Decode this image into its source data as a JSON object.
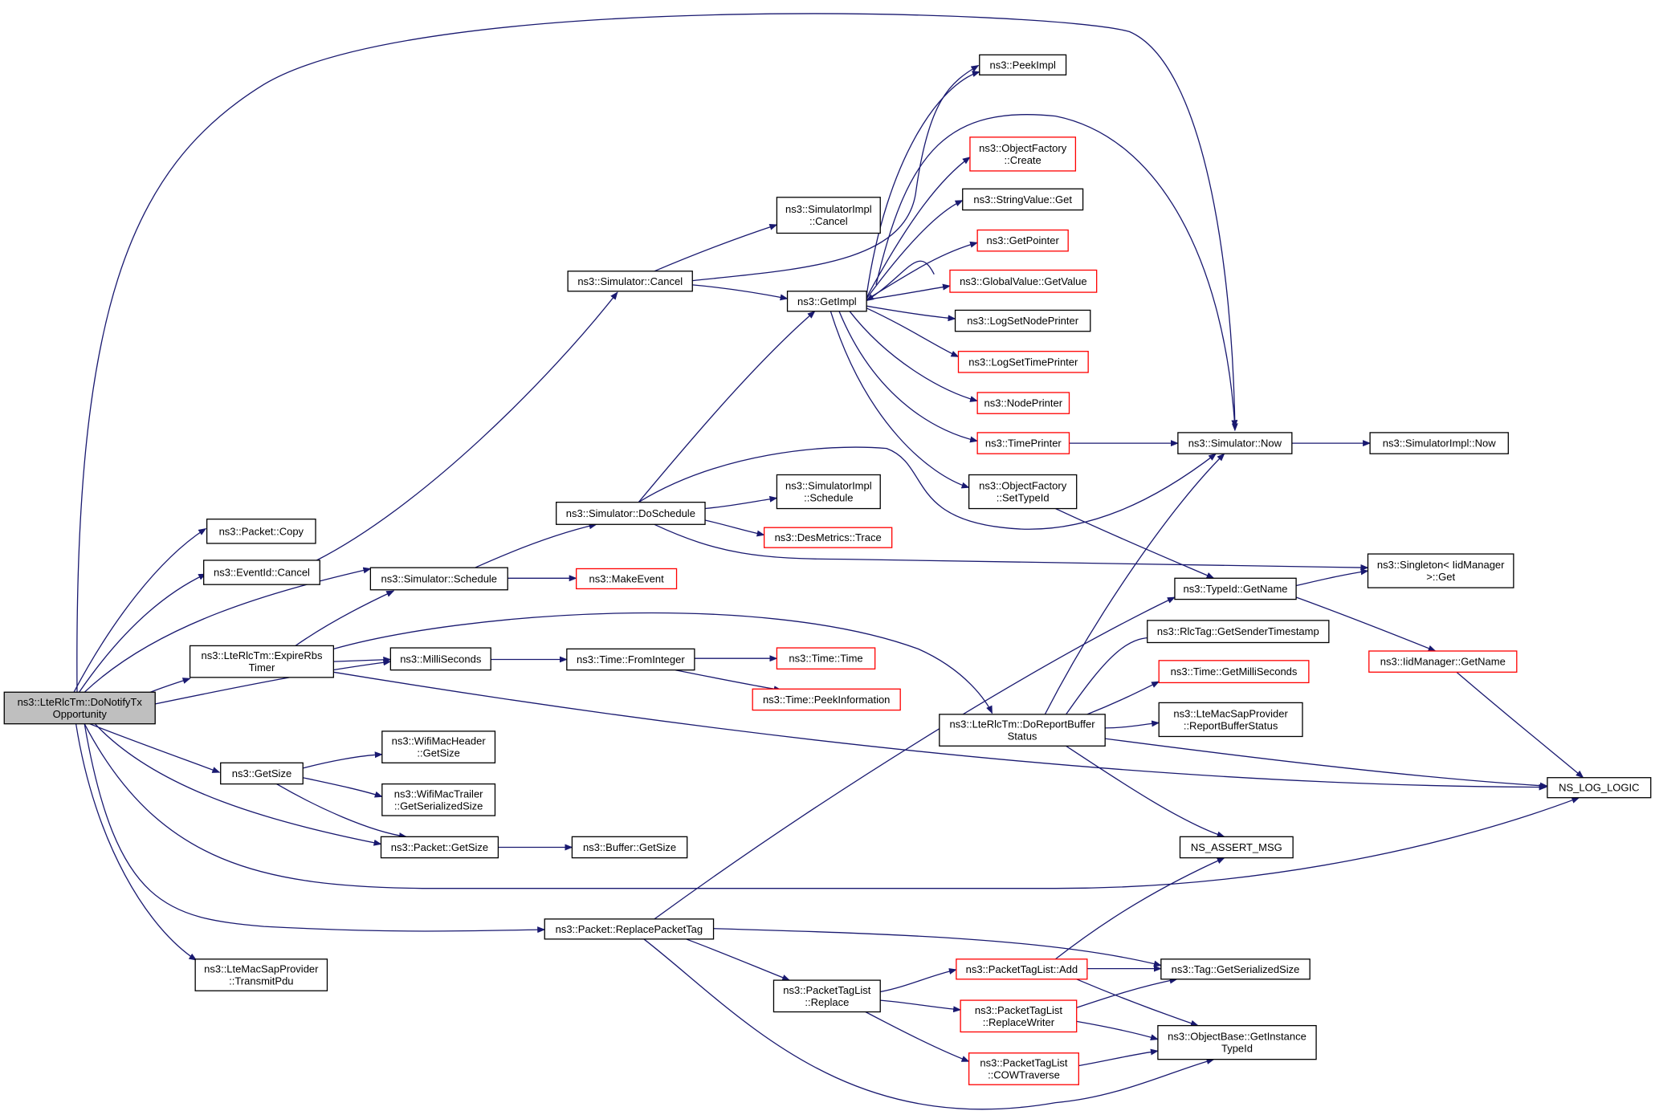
{
  "diagram": {
    "edge_color": "#191970",
    "nodes": [
      {
        "id": "root",
        "lines": [
          "ns3::LteRlcTm::DoNotifyTx",
          "Opportunity"
        ],
        "red": false,
        "root": true
      },
      {
        "id": "copy",
        "lines": [
          "ns3::Packet::Copy"
        ],
        "red": false
      },
      {
        "id": "evcancel",
        "lines": [
          "ns3::EventId::Cancel"
        ],
        "red": false
      },
      {
        "id": "expire",
        "lines": [
          "ns3::LteRlcTm::ExpireRbs",
          "Timer"
        ],
        "red": false
      },
      {
        "id": "getsize",
        "lines": [
          "ns3::GetSize"
        ],
        "red": false
      },
      {
        "id": "transmitpdu",
        "lines": [
          "ns3::LteMacSapProvider",
          "::TransmitPdu"
        ],
        "red": false
      },
      {
        "id": "simcancel",
        "lines": [
          "ns3::Simulator::Cancel"
        ],
        "red": false
      },
      {
        "id": "schedule",
        "lines": [
          "ns3::Simulator::Schedule"
        ],
        "red": false
      },
      {
        "id": "milli",
        "lines": [
          "ns3::MilliSeconds"
        ],
        "red": false
      },
      {
        "id": "doschedule",
        "lines": [
          "ns3::Simulator::DoSchedule"
        ],
        "red": false
      },
      {
        "id": "wifihdr",
        "lines": [
          "ns3::WifiMacHeader",
          "::GetSize"
        ],
        "red": false
      },
      {
        "id": "wifitrl",
        "lines": [
          "ns3::WifiMacTrailer",
          "::GetSerializedSize"
        ],
        "red": false
      },
      {
        "id": "pktgetsize",
        "lines": [
          "ns3::Packet::GetSize"
        ],
        "red": false
      },
      {
        "id": "bufsize",
        "lines": [
          "ns3::Buffer::GetSize"
        ],
        "red": false
      },
      {
        "id": "replacetag",
        "lines": [
          "ns3::Packet::ReplacePacketTag"
        ],
        "red": false
      },
      {
        "id": "implcancel",
        "lines": [
          "ns3::SimulatorImpl",
          "::Cancel"
        ],
        "red": false
      },
      {
        "id": "getimpl",
        "lines": [
          "ns3::GetImpl"
        ],
        "red": false
      },
      {
        "id": "implschedule",
        "lines": [
          "ns3::SimulatorImpl",
          "::Schedule"
        ],
        "red": false
      },
      {
        "id": "trace",
        "lines": [
          "ns3::DesMetrics::Trace"
        ],
        "red": true
      },
      {
        "id": "makeevent",
        "lines": [
          "ns3::MakeEvent"
        ],
        "red": true
      },
      {
        "id": "fromint",
        "lines": [
          "ns3::Time::FromInteger"
        ],
        "red": false
      },
      {
        "id": "timetime",
        "lines": [
          "ns3::Time::Time"
        ],
        "red": true
      },
      {
        "id": "peekinfo",
        "lines": [
          "ns3::Time::PeekInformation"
        ],
        "red": true
      },
      {
        "id": "ptlreplace",
        "lines": [
          "ns3::PacketTagList",
          "::Replace"
        ],
        "red": false
      },
      {
        "id": "peekimpl",
        "lines": [
          "ns3::PeekImpl"
        ],
        "red": false
      },
      {
        "id": "ofcreate",
        "lines": [
          "ns3::ObjectFactory",
          "::Create"
        ],
        "red": true
      },
      {
        "id": "strget",
        "lines": [
          "ns3::StringValue::Get"
        ],
        "red": false
      },
      {
        "id": "getpointer",
        "lines": [
          "ns3::GetPointer"
        ],
        "red": true
      },
      {
        "id": "gvgetvalue",
        "lines": [
          "ns3::GlobalValue::GetValue"
        ],
        "red": true
      },
      {
        "id": "lognode",
        "lines": [
          "ns3::LogSetNodePrinter"
        ],
        "red": false
      },
      {
        "id": "logtime",
        "lines": [
          "ns3::LogSetTimePrinter"
        ],
        "red": true
      },
      {
        "id": "nodeprinter",
        "lines": [
          "ns3::NodePrinter"
        ],
        "red": true
      },
      {
        "id": "timeprinter",
        "lines": [
          "ns3::TimePrinter"
        ],
        "red": true
      },
      {
        "id": "ofsettypeid",
        "lines": [
          "ns3::ObjectFactory",
          "::SetTypeId"
        ],
        "red": false
      },
      {
        "id": "doreport",
        "lines": [
          "ns3::LteRlcTm::DoReportBuffer",
          "Status"
        ],
        "red": false
      },
      {
        "id": "ptladd",
        "lines": [
          "ns3::PacketTagList::Add"
        ],
        "red": true
      },
      {
        "id": "ptlrw",
        "lines": [
          "ns3::PacketTagList",
          "::ReplaceWriter"
        ],
        "red": true
      },
      {
        "id": "ptlcow",
        "lines": [
          "ns3::PacketTagList",
          "::COWTraverse"
        ],
        "red": true
      },
      {
        "id": "simnow",
        "lines": [
          "ns3::Simulator::Now"
        ],
        "red": false
      },
      {
        "id": "typeidname",
        "lines": [
          "ns3::TypeId::GetName"
        ],
        "red": false
      },
      {
        "id": "rlctag",
        "lines": [
          "ns3::RlcTag::GetSenderTimestamp"
        ],
        "red": false
      },
      {
        "id": "getmilli",
        "lines": [
          "ns3::Time::GetMilliSeconds"
        ],
        "red": true
      },
      {
        "id": "reportbuf",
        "lines": [
          "ns3::LteMacSapProvider",
          "::ReportBufferStatus"
        ],
        "red": false
      },
      {
        "id": "assertmsg",
        "lines": [
          "NS_ASSERT_MSG"
        ],
        "red": false
      },
      {
        "id": "taggetser",
        "lines": [
          "ns3::Tag::GetSerializedSize"
        ],
        "red": false
      },
      {
        "id": "objbase",
        "lines": [
          "ns3::ObjectBase::GetInstance",
          "TypeId"
        ],
        "red": false
      },
      {
        "id": "implnow",
        "lines": [
          "ns3::SimulatorImpl::Now"
        ],
        "red": false
      },
      {
        "id": "singleton",
        "lines": [
          "ns3::Singleton< IidManager",
          ">::Get"
        ],
        "red": false
      },
      {
        "id": "iidgetname",
        "lines": [
          "ns3::IidManager::GetName"
        ],
        "red": true
      },
      {
        "id": "nslog",
        "lines": [
          "NS_LOG_LOGIC"
        ],
        "red": false
      }
    ]
  }
}
